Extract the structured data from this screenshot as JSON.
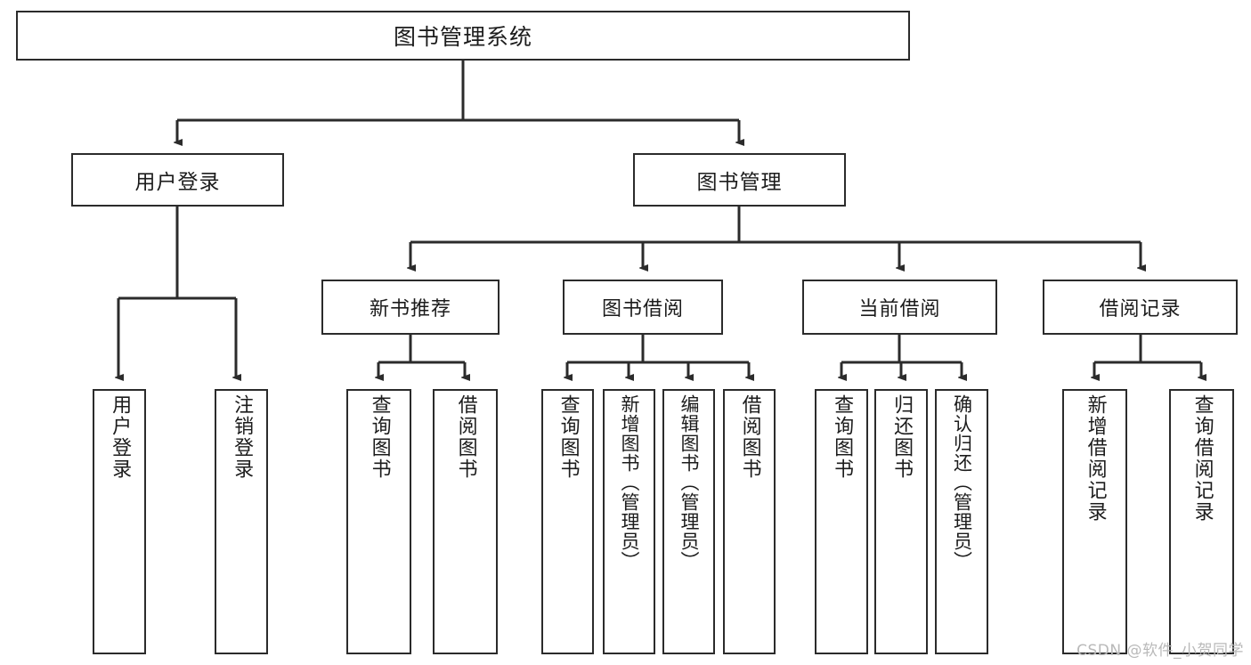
{
  "diagram": {
    "title": "图书管理系统",
    "type": "tree-hierarchy",
    "stroke_color": "#2b2b2b",
    "text_color": "#1c1c1c",
    "background": "#ffffff"
  },
  "nodes": {
    "root": {
      "label": "图书管理系统"
    },
    "level1": [
      {
        "label": "用户登录"
      },
      {
        "label": "图书管理"
      }
    ],
    "level2": [
      {
        "label": "新书推荐"
      },
      {
        "label": "图书借阅"
      },
      {
        "label": "当前借阅"
      },
      {
        "label": "借阅记录"
      }
    ],
    "leaves": {
      "user_login": [
        {
          "label": "用户登录"
        },
        {
          "label": "注销登录"
        }
      ],
      "new_book_recommend": [
        {
          "label": "查询图书"
        },
        {
          "label": "借阅图书"
        }
      ],
      "book_borrow": [
        {
          "label": "查询图书"
        },
        {
          "label": "新增图书（管理员）"
        },
        {
          "label": "编辑图书（管理员）"
        },
        {
          "label": "借阅图书"
        }
      ],
      "current_borrow": [
        {
          "label": "查询图书"
        },
        {
          "label": "归还图书"
        },
        {
          "label": "确认归还（管理员）"
        }
      ],
      "borrow_record": [
        {
          "label": "新增借阅记录"
        },
        {
          "label": "查询借阅记录"
        }
      ]
    }
  },
  "watermark": {
    "text": "CSDN @软件_小贺同学"
  }
}
